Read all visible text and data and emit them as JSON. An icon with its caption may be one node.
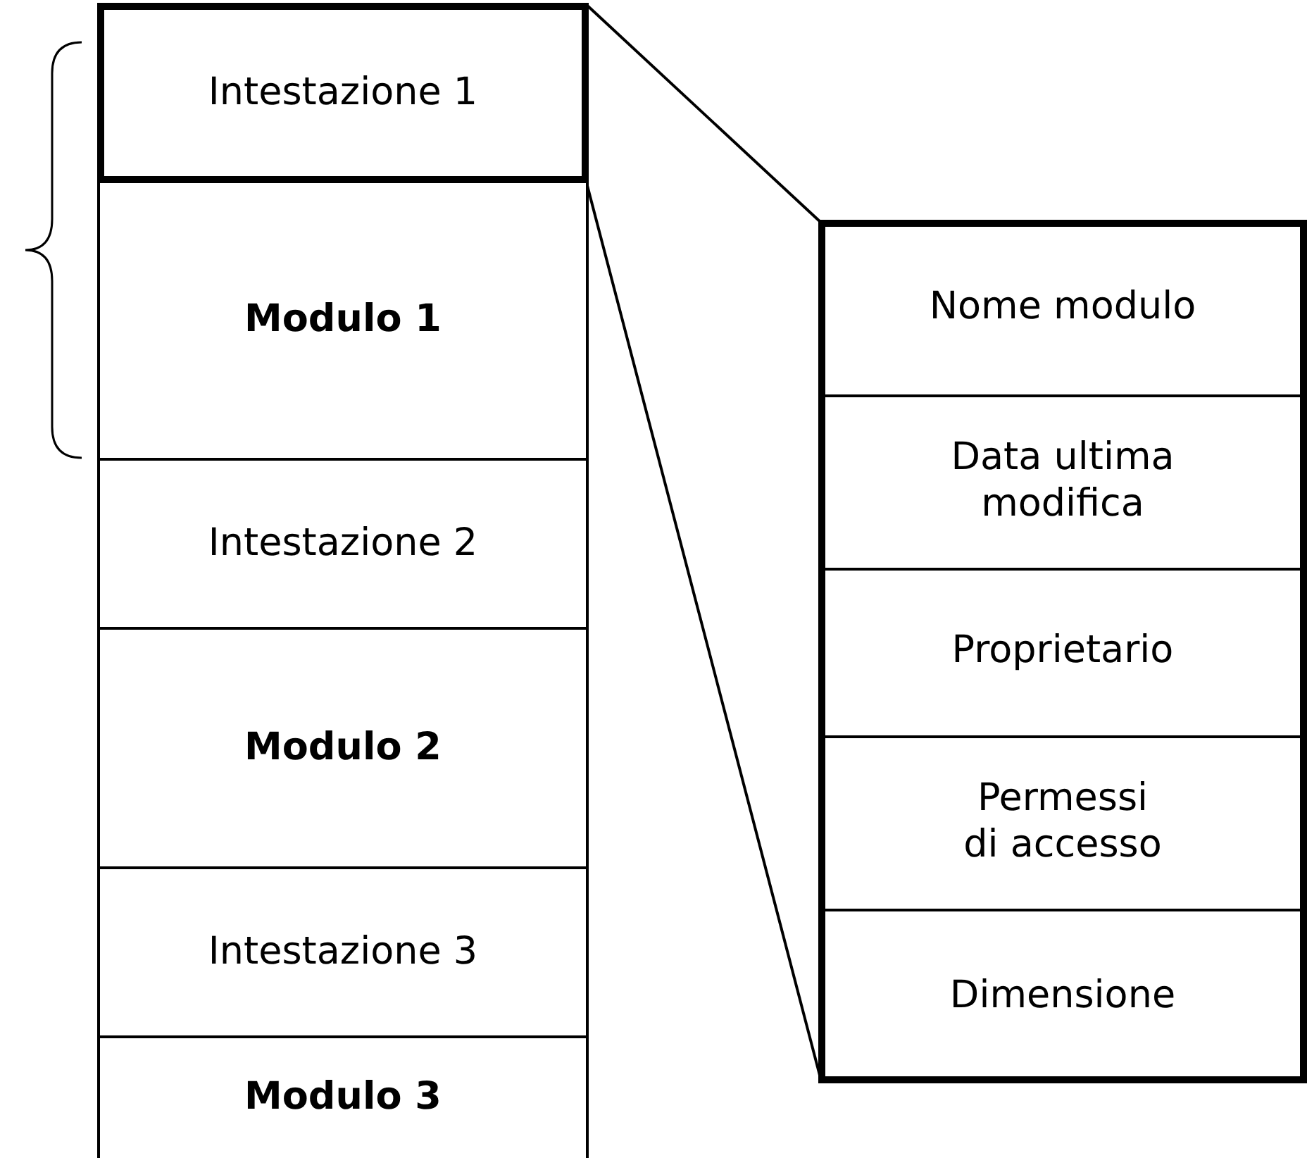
{
  "diagram": {
    "nodes": [
      {
        "text": [
          "Intestazione 1"
        ]
      },
      {
        "text": [
          "Modulo 1"
        ]
      },
      {
        "text": [
          "Intestazione 2"
        ]
      },
      {
        "text": [
          "Modulo 2"
        ]
      },
      {
        "text": [
          "Intestazione 3"
        ]
      },
      {
        "text": [
          "Modulo 3"
        ]
      },
      {
        "text": [],
        "shape": "box"
      },
      {
        "text": [
          "Nome modulo"
        ],
        "in": 6
      },
      {
        "text": [
          "Data ultima modifica"
        ],
        "in": 6
      },
      {
        "text": [
          "Proprietario"
        ],
        "in": 6
      },
      {
        "text": [
          "Permessi di accesso"
        ],
        "in": 6
      },
      {
        "text": [
          "Dimensione"
        ],
        "in": 6
      }
    ],
    "edges": [
      {
        "from": 0,
        "to": 6,
        "arrow": "none"
      },
      {
        "from": 0,
        "to": 6,
        "arrow": "none"
      }
    ]
  }
}
